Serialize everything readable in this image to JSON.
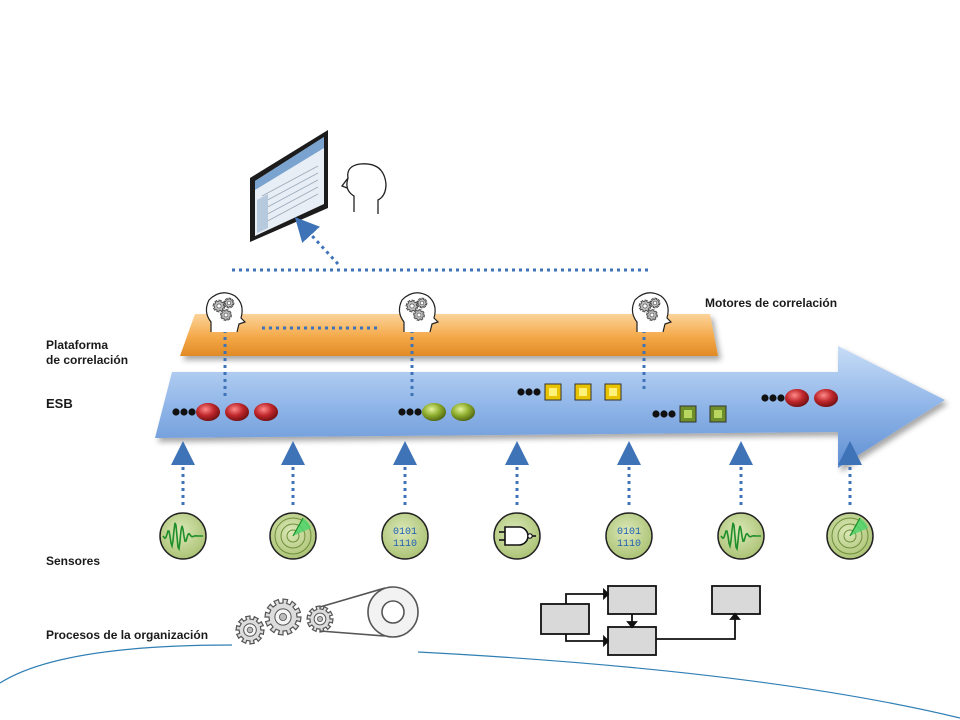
{
  "labels": {
    "platform": "Plataforma\nde correlación",
    "esb": "ESB",
    "sensors": "Sensores",
    "processes": "Procesos de la organización",
    "engines": "Motores de correlación"
  },
  "sensors": [
    {
      "type": "waveform-icon",
      "text": ""
    },
    {
      "type": "radar-icon",
      "text": ""
    },
    {
      "type": "binary-icon",
      "text": "0101\n1110"
    },
    {
      "type": "logic-gate-icon",
      "text": ""
    },
    {
      "type": "binary-icon",
      "text": "0101\n1110"
    },
    {
      "type": "waveform-icon",
      "text": ""
    },
    {
      "type": "radar-icon",
      "text": ""
    }
  ],
  "event_groups": [
    {
      "kind": "red-ball",
      "count": 3
    },
    {
      "kind": "green-ball",
      "count": 2
    },
    {
      "kind": "yellow-square",
      "count": 3
    },
    {
      "kind": "green-square",
      "count": 2
    },
    {
      "kind": "red-ball",
      "count": 2
    }
  ],
  "colors": {
    "esb_top": "#b9d3f2",
    "esb_bottom": "#6f9ddb",
    "platform": "#f4a848",
    "connector": "#3f73b8",
    "sensor_fill": "#c4d89a",
    "red_event": "#c0282c",
    "green_event": "#8fae2e",
    "yellow_event": "#e9c200",
    "curve": "#2f7fb5"
  }
}
